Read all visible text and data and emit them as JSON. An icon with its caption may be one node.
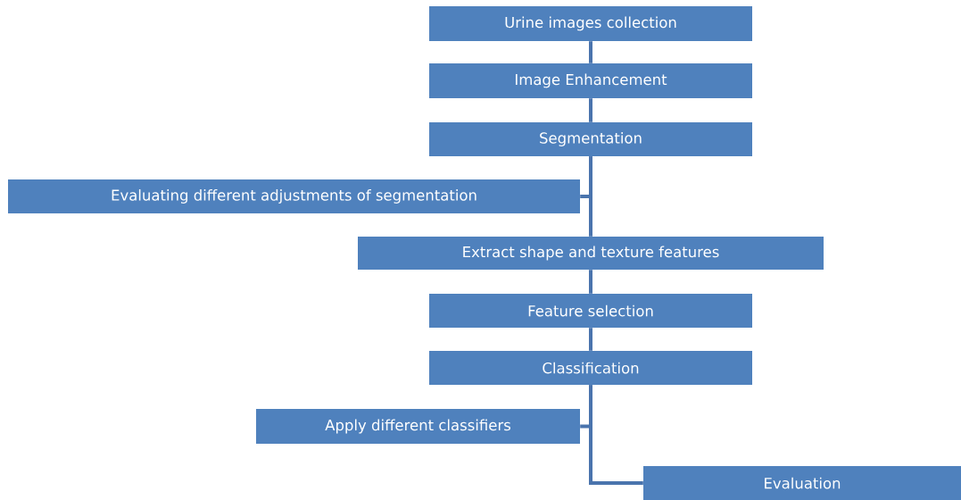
{
  "diagram": {
    "nodes": [
      {
        "text": [
          "Urine images collection"
        ]
      },
      {
        "text": [
          "Image Enhancement"
        ]
      },
      {
        "text": [
          "Segmentation"
        ]
      },
      {
        "text": [
          "Evaluating different adjustments of segmentation"
        ]
      },
      {
        "text": [
          "Extract shape and texture features"
        ]
      },
      {
        "text": [
          "Feature selection"
        ]
      },
      {
        "text": [
          "Classification"
        ]
      },
      {
        "text": [
          "Apply different classifiers"
        ]
      },
      {
        "text": [
          "Evaluation"
        ]
      }
    ],
    "edges": [
      {
        "from": 0,
        "to": 1,
        "arrow": "none"
      },
      {
        "from": 1,
        "to": 2,
        "arrow": "none"
      },
      {
        "from": 2,
        "to": 3,
        "arrow": "none"
      },
      {
        "from": 2,
        "to": 4,
        "arrow": "none"
      },
      {
        "from": 4,
        "to": 5,
        "arrow": "none"
      },
      {
        "from": 5,
        "to": 6,
        "arrow": "none"
      },
      {
        "from": 6,
        "to": 7,
        "arrow": "none"
      },
      {
        "from": 6,
        "to": 8,
        "arrow": "none"
      }
    ]
  }
}
